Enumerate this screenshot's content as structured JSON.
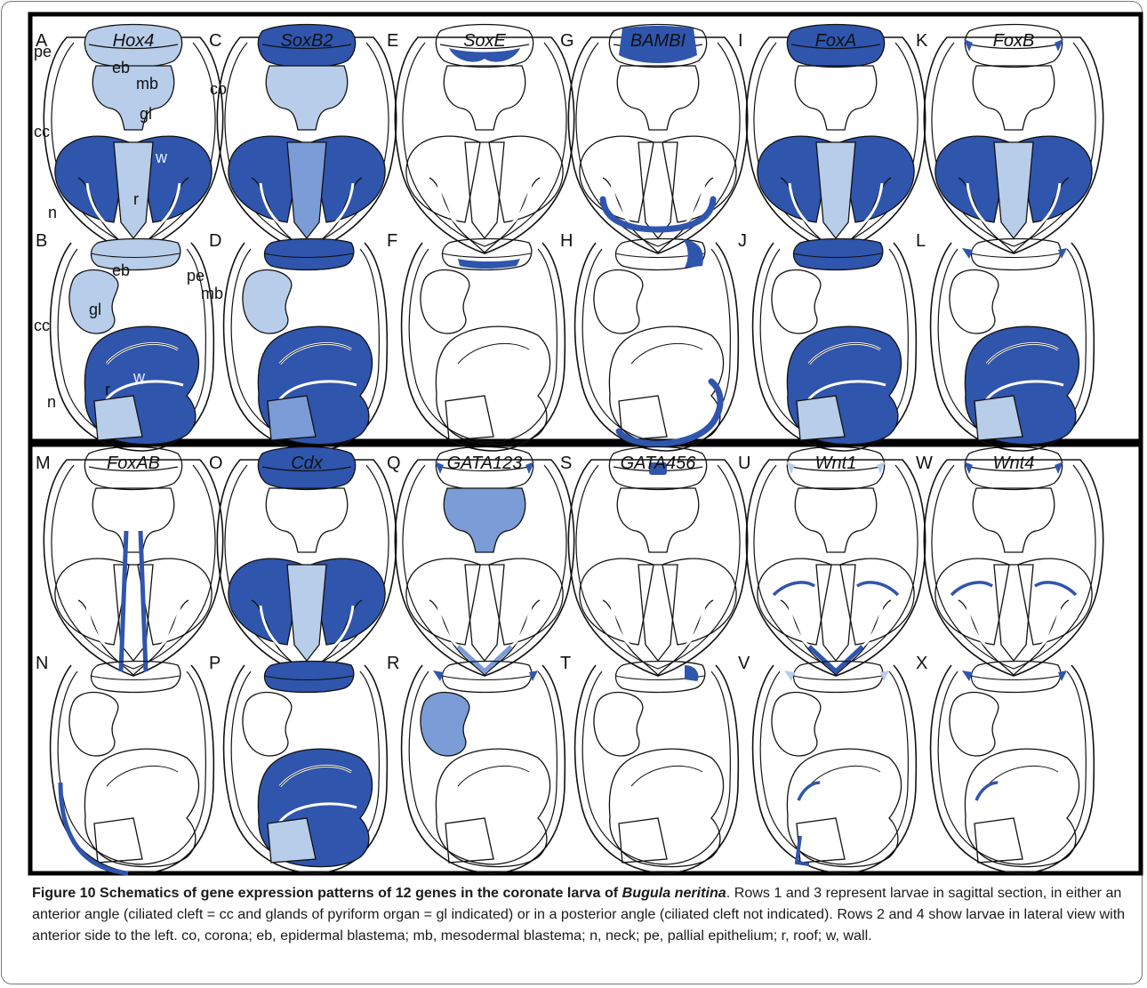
{
  "colors": {
    "expression_strong": "#2f55ad",
    "expression_weak": "#b7cdea",
    "expression_medium": "#7b9cd6",
    "outline": "#111111",
    "panel_border": "#000000"
  },
  "panels": [
    {
      "letter": "A",
      "gene": "Hox4"
    },
    {
      "letter": "B",
      "gene": ""
    },
    {
      "letter": "C",
      "gene": "SoxB2"
    },
    {
      "letter": "D",
      "gene": ""
    },
    {
      "letter": "E",
      "gene": "SoxE"
    },
    {
      "letter": "F",
      "gene": ""
    },
    {
      "letter": "G",
      "gene": "BAMBI"
    },
    {
      "letter": "H",
      "gene": ""
    },
    {
      "letter": "I",
      "gene": "FoxA"
    },
    {
      "letter": "J",
      "gene": ""
    },
    {
      "letter": "K",
      "gene": "FoxB"
    },
    {
      "letter": "L",
      "gene": ""
    },
    {
      "letter": "M",
      "gene": "FoxAB"
    },
    {
      "letter": "N",
      "gene": ""
    },
    {
      "letter": "O",
      "gene": "Cdx"
    },
    {
      "letter": "P",
      "gene": ""
    },
    {
      "letter": "Q",
      "gene": "GATA123"
    },
    {
      "letter": "R",
      "gene": ""
    },
    {
      "letter": "S",
      "gene": "GATA456"
    },
    {
      "letter": "T",
      "gene": ""
    },
    {
      "letter": "U",
      "gene": "Wnt1"
    },
    {
      "letter": "V",
      "gene": ""
    },
    {
      "letter": "W",
      "gene": "Wnt4"
    },
    {
      "letter": "X",
      "gene": ""
    }
  ],
  "annotations": {
    "A": [
      "pe",
      "eb",
      "mb",
      "co",
      "gl",
      "cc",
      "w",
      "r",
      "n"
    ],
    "B": [
      "eb",
      "pe",
      "mb",
      "gl",
      "cc",
      "w",
      "r",
      "n"
    ]
  },
  "caption": {
    "figure_label": "Figure 10 Schematics of gene expression patterns of 12 genes in the coronate larva of ",
    "species": "Bugula neritina",
    "text": ". Rows 1 and 3 represent larvae in sagittal section, in either an anterior angle (ciliated cleft = cc and glands of pyriform organ = gl indicated) or in a posterior angle (ciliated cleft not indicated). Rows 2 and 4 show larvae in lateral view with anterior side to the left. co, corona; eb, epidermal blastema; mb, mesodermal blastema; n, neck; pe, pallial epithelium; r, roof; w, wall."
  }
}
